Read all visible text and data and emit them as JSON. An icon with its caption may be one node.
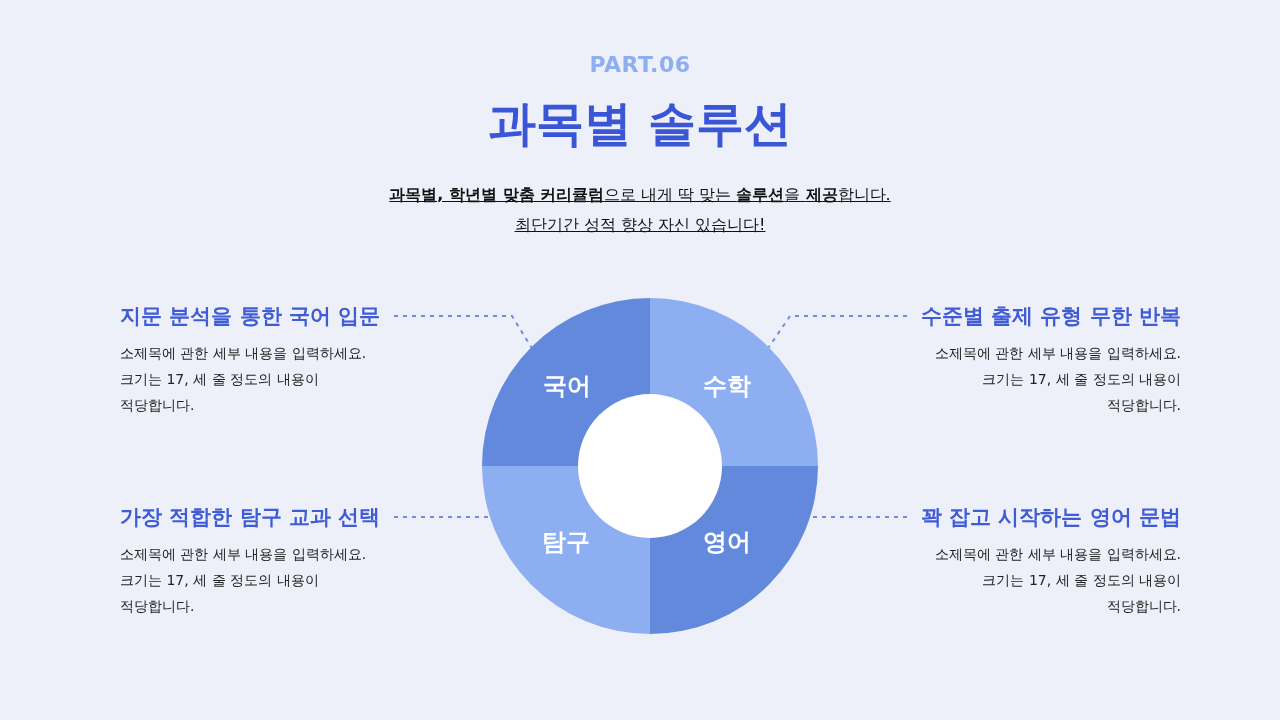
{
  "diagram": {
    "title": "과목별 솔루션",
    "nodes": [
      {
        "text": [
          "지문 분석을 통한 국어 입문",
          "소제목에 관한 세부 내용을 입력하세요. 크기는 17, 세 줄 정도의 내용이 적당합니다."
        ]
      },
      {
        "text": [
          "국어"
        ]
      },
      {
        "text": [
          "수학"
        ]
      },
      {
        "text": [
          "수준별 출제 유형 무한 반복",
          "소제목에 관한 세부 내용을 입력하세요. 크기는 17, 세 줄 정도의 내용이 적당합니다."
        ]
      },
      {
        "text": [],
        "shape": "circle"
      },
      {
        "text": [
          "가장 적합한 탐구 교과 선택",
          "소제목에 관한 세부 내용을 입력하세요. 크기는 17, 세 줄 정도의 내용이 적당합니다."
        ]
      },
      {
        "text": [
          "탐구"
        ]
      },
      {
        "text": [
          "영어"
        ]
      },
      {
        "text": [
          "꽉 잡고 시작하는 영어 문법",
          "소제목에 관한 세부 내용을 입력하세요. 크기는 17, 세 줄 정도의 내용이 적당합니다."
        ]
      }
    ],
    "edges": [
      {
        "from": 0,
        "to": 1,
        "arrow": "none",
        "style": "dashed"
      },
      {
        "from": 3,
        "to": 2,
        "arrow": "none",
        "style": "dashed"
      },
      {
        "from": 5,
        "to": 6,
        "arrow": "none",
        "style": "dashed"
      },
      {
        "from": 8,
        "to": 7,
        "arrow": "none",
        "style": "dashed"
      }
    ],
    "labels": [
      "PART.06",
      "**과목별, 학년별 맞춤 커리큘럼**으로 내게 딱 맞는 **솔루션**을 **제공**합니다. 최단기간 성적 향상 자신 있습니다!"
    ]
  }
}
